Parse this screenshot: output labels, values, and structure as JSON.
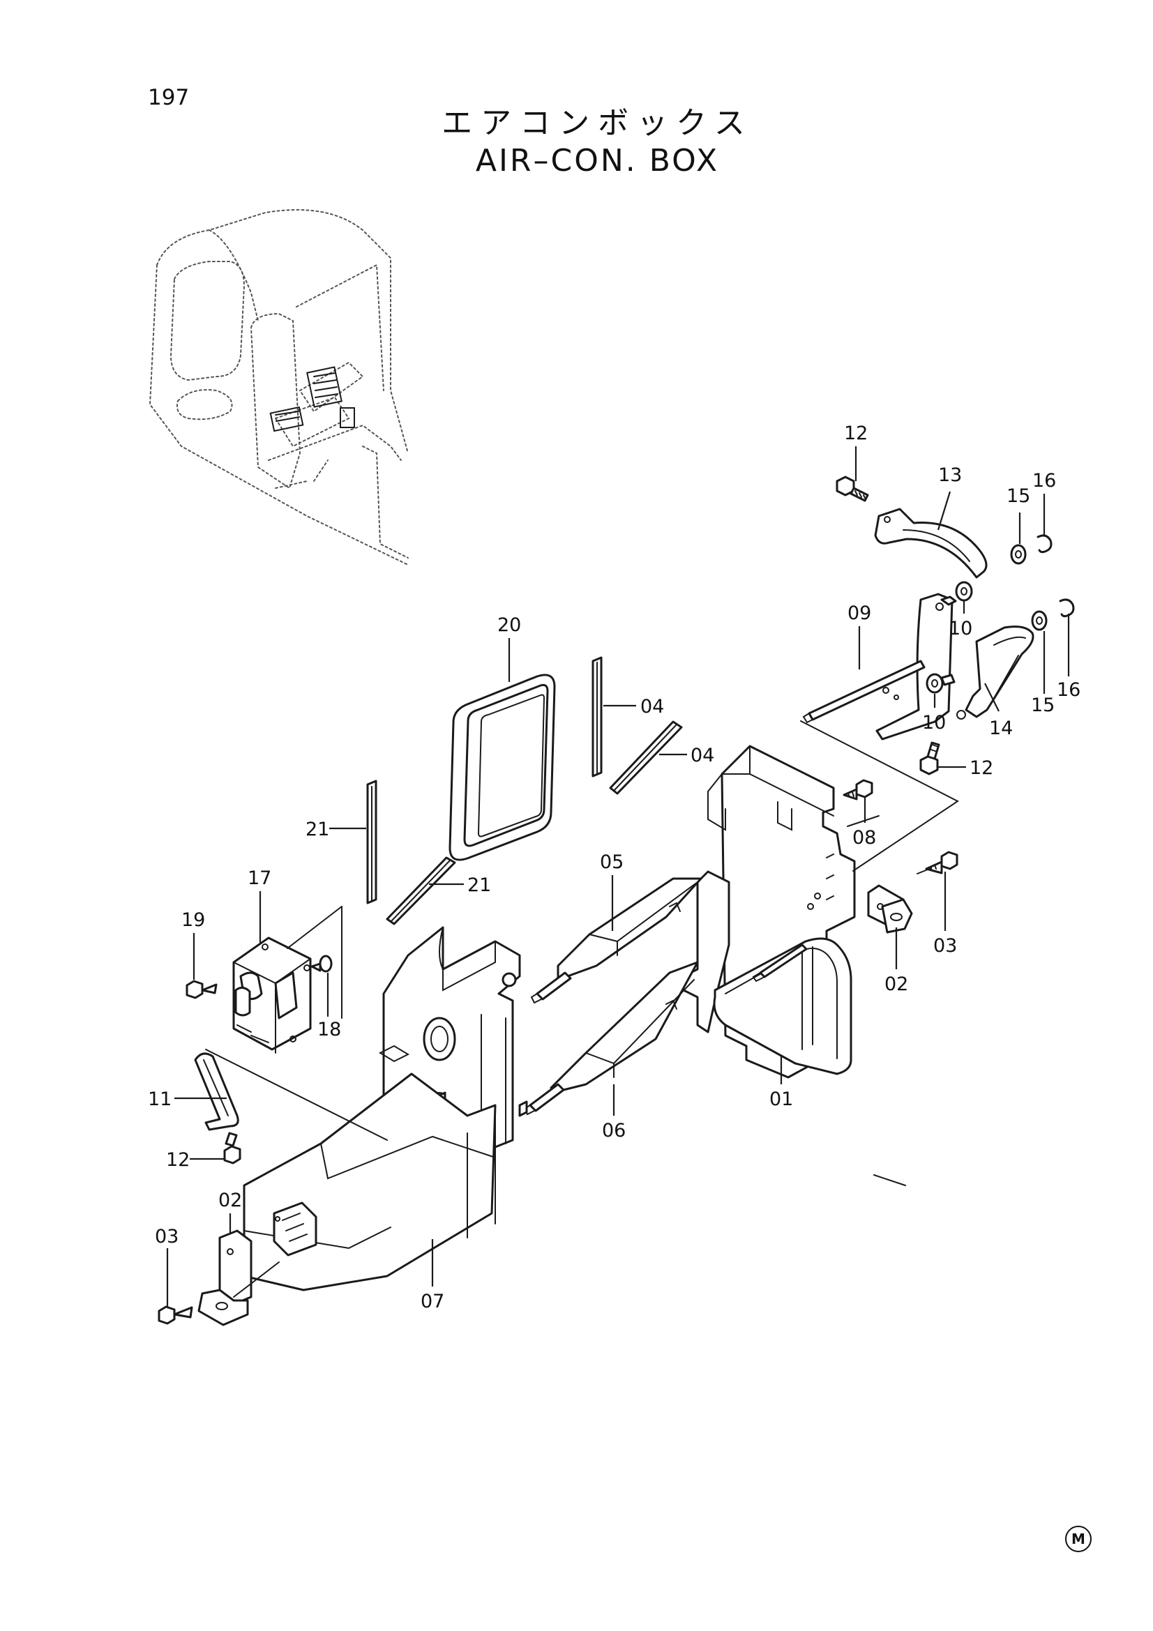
{
  "page_number": "197",
  "title_jp": "エアコンボックス",
  "title_en": "AIR–CON. BOX",
  "mark": "M",
  "callouts": {
    "c12a": "12",
    "c13": "13",
    "c15a": "15",
    "c16a": "16",
    "c09": "09",
    "c10a": "10",
    "c10b": "10",
    "c15b": "15",
    "c16b": "16",
    "c14": "14",
    "c12b": "12",
    "c20": "20",
    "c04a": "04",
    "c04b": "04",
    "c08": "08",
    "c21a": "21",
    "c21b": "21",
    "c05": "05",
    "c17": "17",
    "c19": "19",
    "c18": "18",
    "c02a": "02",
    "c03a": "03",
    "c01": "01",
    "c11": "11",
    "c06": "06",
    "c12c": "12",
    "c02b": "02",
    "c03b": "03",
    "c07": "07"
  }
}
